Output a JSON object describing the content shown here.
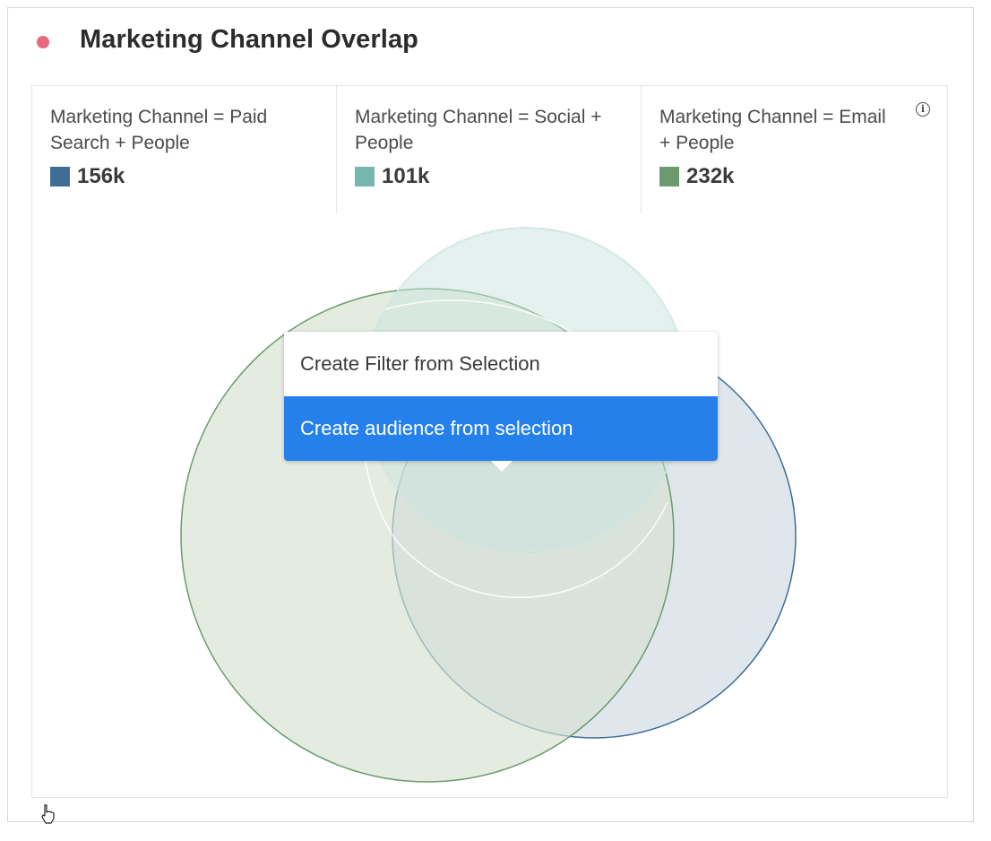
{
  "panel": {
    "title": "Marketing Channel Overlap",
    "status_color": "#e8687c"
  },
  "legend": [
    {
      "label": "Marketing Channel = Paid Search + People",
      "value": "156k",
      "color": "#3f6d96"
    },
    {
      "label": "Marketing Channel = Social + People",
      "value": "101k",
      "color": "#76b6ae"
    },
    {
      "label": "Marketing Channel = Email + People",
      "value": "232k",
      "color": "#6b9a6f"
    }
  ],
  "info_icon": "info-icon",
  "context_menu": {
    "items": [
      {
        "label": "Create Filter from Selection",
        "active": false
      },
      {
        "label": "Create audience from selection",
        "active": true
      }
    ]
  },
  "colors": {
    "menu_active": "#2680eb",
    "paid_search_fill": "#dce3ea",
    "social_fill": "#e3efec",
    "email_fill": "#e2ebe1"
  },
  "cursor_icon": "hand-pointer-icon"
}
